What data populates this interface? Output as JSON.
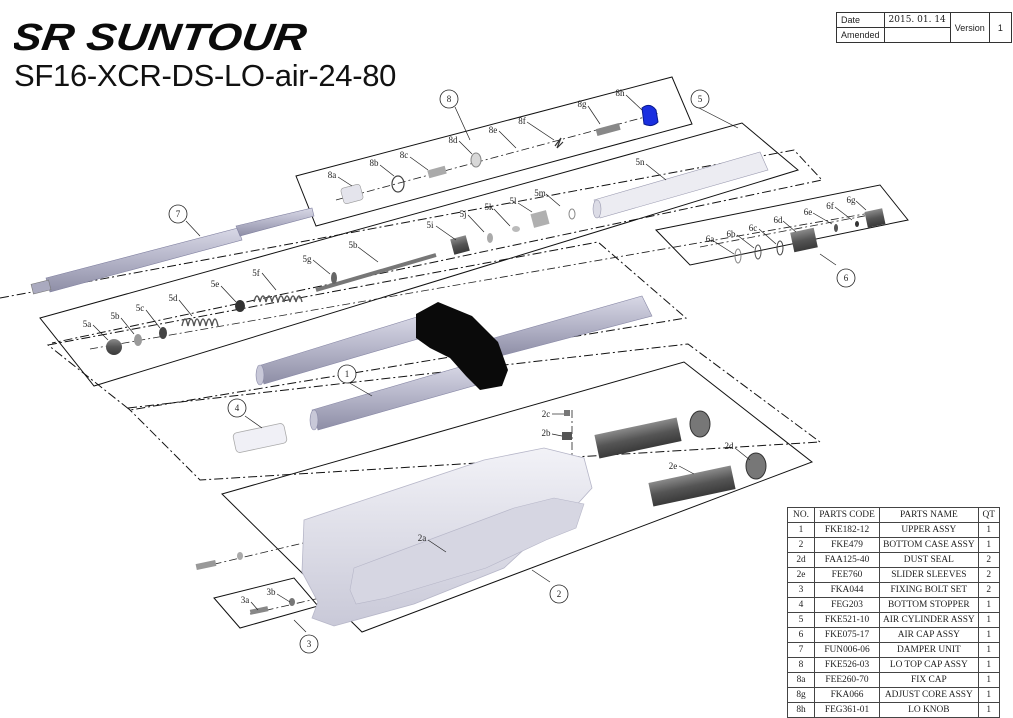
{
  "header": {
    "brand": "SR SUNTOUR",
    "model": "SF16-XCR-DS-LO-air-24-80"
  },
  "info": {
    "date_label": "Date",
    "date_value": "2015. 01. 14",
    "amended_label": "Amended",
    "amended_value": "",
    "version_label": "Version",
    "version_value": "1"
  },
  "callouts": {
    "c1": "1",
    "c2": "2",
    "c3": "3",
    "c4": "4",
    "c5": "5",
    "c6": "6",
    "c7": "7",
    "c8": "8",
    "c2a": "2a",
    "c2b": "2b",
    "c2c": "2c",
    "c2d": "2d",
    "c2e": "2e",
    "c3a": "3a",
    "c3b": "3b",
    "c5a": "5a",
    "c5b": "5b",
    "c5c": "5c",
    "c5d": "5d",
    "c5e": "5e",
    "c5f": "5f",
    "c5g": "5g",
    "c5b2": "5b",
    "c5i": "5i",
    "c5j": "5j",
    "c5k": "5k",
    "c5l": "5l",
    "c5m": "5m",
    "c5n": "5n",
    "c6a": "6a",
    "c6b": "6b",
    "c6c": "6c",
    "c6d": "6d",
    "c6e": "6e",
    "c6f": "6f",
    "c6g": "6g",
    "c8a": "8a",
    "c8b": "8b",
    "c8c": "8c",
    "c8d": "8d",
    "c8e": "8e",
    "c8f": "8f",
    "c8g": "8g",
    "c8h": "8h"
  },
  "parts_table": {
    "headers": [
      "NO.",
      "PARTS CODE",
      "PARTS NAME",
      "QT"
    ],
    "rows": [
      [
        "1",
        "FKE182-12",
        "UPPER ASSY",
        "1"
      ],
      [
        "2",
        "FKE479",
        "BOTTOM CASE ASSY",
        "1"
      ],
      [
        "2d",
        "FAA125-40",
        "DUST SEAL",
        "2"
      ],
      [
        "2e",
        "FEE760",
        "SLIDER SLEEVES",
        "2"
      ],
      [
        "3",
        "FKA044",
        "FIXING BOLT SET",
        "2"
      ],
      [
        "4",
        "FEG203",
        "BOTTOM STOPPER",
        "1"
      ],
      [
        "5",
        "FKE521-10",
        "AIR CYLINDER ASSY",
        "1"
      ],
      [
        "6",
        "FKE075-17",
        "AIR CAP ASSY",
        "1"
      ],
      [
        "7",
        "FUN006-06",
        "DAMPER UNIT",
        "1"
      ],
      [
        "8",
        "FKE526-03",
        "LO TOP CAP ASSY",
        "1"
      ],
      [
        "8a",
        "FEE260-70",
        "FIX CAP",
        "1"
      ],
      [
        "8g",
        "FKA066",
        "ADJUST CORE ASSY",
        "1"
      ],
      [
        "8h",
        "FEG361-01",
        "LO KNOB",
        "1"
      ]
    ]
  },
  "colors": {
    "knob": "#1a2fe0",
    "crown": "#0a0a0a",
    "tube": "#b9b9cf",
    "lower": "#e2e2ec",
    "dark_part": "#6b6b6b"
  }
}
